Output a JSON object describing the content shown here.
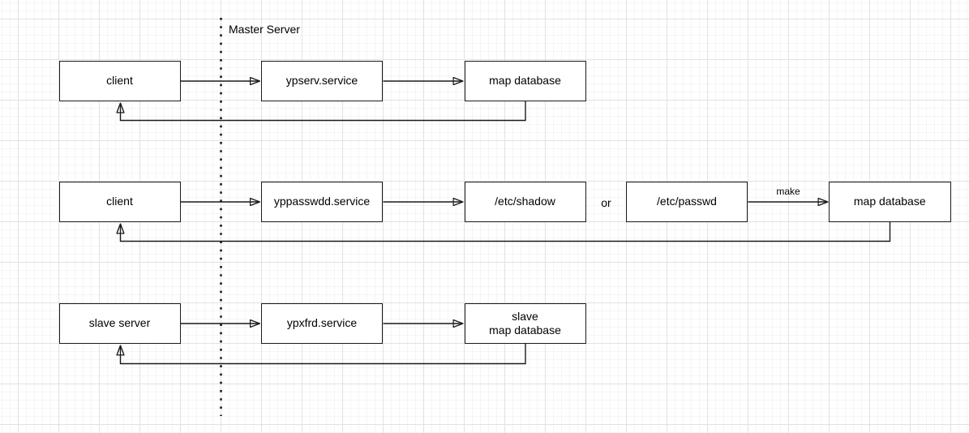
{
  "diagram": {
    "partition_label": "Master Server",
    "nodes": {
      "row1_client": "client",
      "row1_service": "ypserv.service",
      "row1_mapdb": "map database",
      "row2_client": "client",
      "row2_service": "yppasswdd.service",
      "row2_shadow": "/etc/shadow",
      "row2_passwd": "/etc/passwd",
      "row2_mapdb": "map database",
      "row3_slave": "slave server",
      "row3_service": "ypxfrd.service",
      "row3_slave_mapdb": "slave\nmap database"
    },
    "edge_labels": {
      "or": "or",
      "make": "make"
    },
    "colors": {
      "stroke": "#1a1a1a",
      "node_fill": "#ffffff",
      "grid_minor": "#f5f5f5",
      "grid_major": "#e2e2e2"
    }
  }
}
